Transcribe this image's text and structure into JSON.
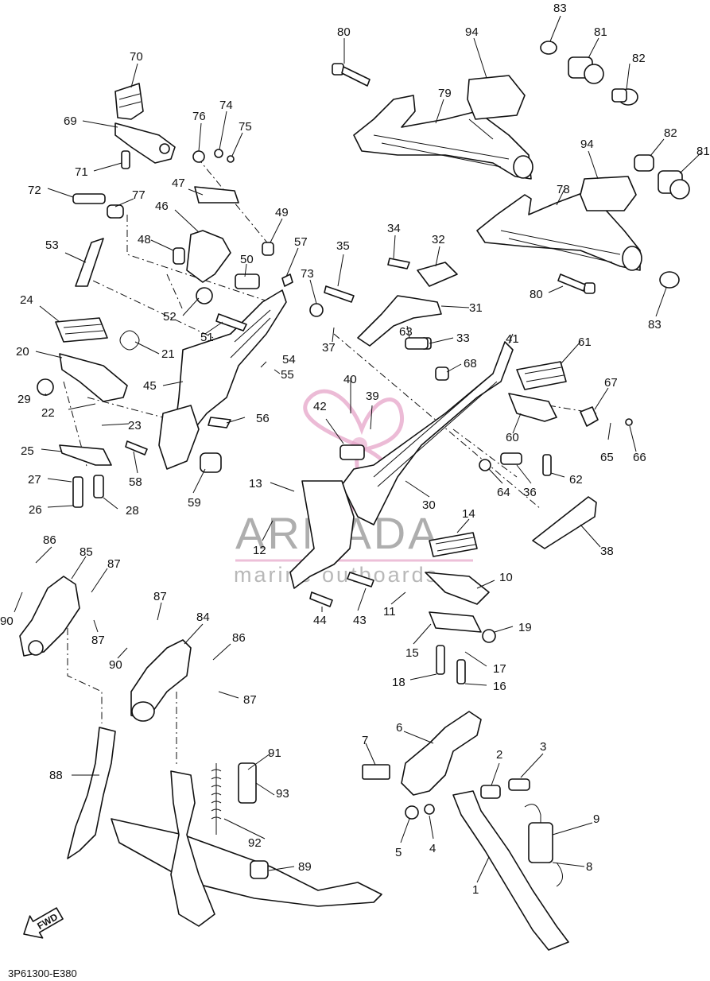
{
  "diagram": {
    "code": "3P61300-E380",
    "fwd_label": "FWD",
    "watermark": {
      "brand": "ARMADA",
      "tagline": "marine outboards",
      "accent_color": "#e6a4c8"
    },
    "callouts": [
      "80",
      "94",
      "83",
      "81",
      "82",
      "79",
      "94",
      "82",
      "81",
      "78",
      "80",
      "83",
      "70",
      "69",
      "76",
      "74",
      "75",
      "71",
      "72",
      "77",
      "47",
      "46",
      "49",
      "48",
      "50",
      "53",
      "57",
      "73",
      "35",
      "34",
      "32",
      "31",
      "52",
      "51",
      "24",
      "21",
      "20",
      "45",
      "54",
      "55",
      "63",
      "33",
      "37",
      "68",
      "41",
      "61",
      "67",
      "29",
      "22",
      "23",
      "56",
      "40",
      "39",
      "42",
      "60",
      "65",
      "66",
      "25",
      "58",
      "27",
      "59",
      "64",
      "36",
      "62",
      "26",
      "28",
      "13",
      "12",
      "30",
      "14",
      "38",
      "10",
      "86",
      "85",
      "87",
      "90",
      "87",
      "87",
      "84",
      "86",
      "90",
      "87",
      "44",
      "43",
      "11",
      "19",
      "15",
      "17",
      "18",
      "16",
      "7",
      "6",
      "2",
      "3",
      "91",
      "93",
      "88",
      "92",
      "5",
      "4",
      "9",
      "89",
      "8",
      "1"
    ]
  }
}
